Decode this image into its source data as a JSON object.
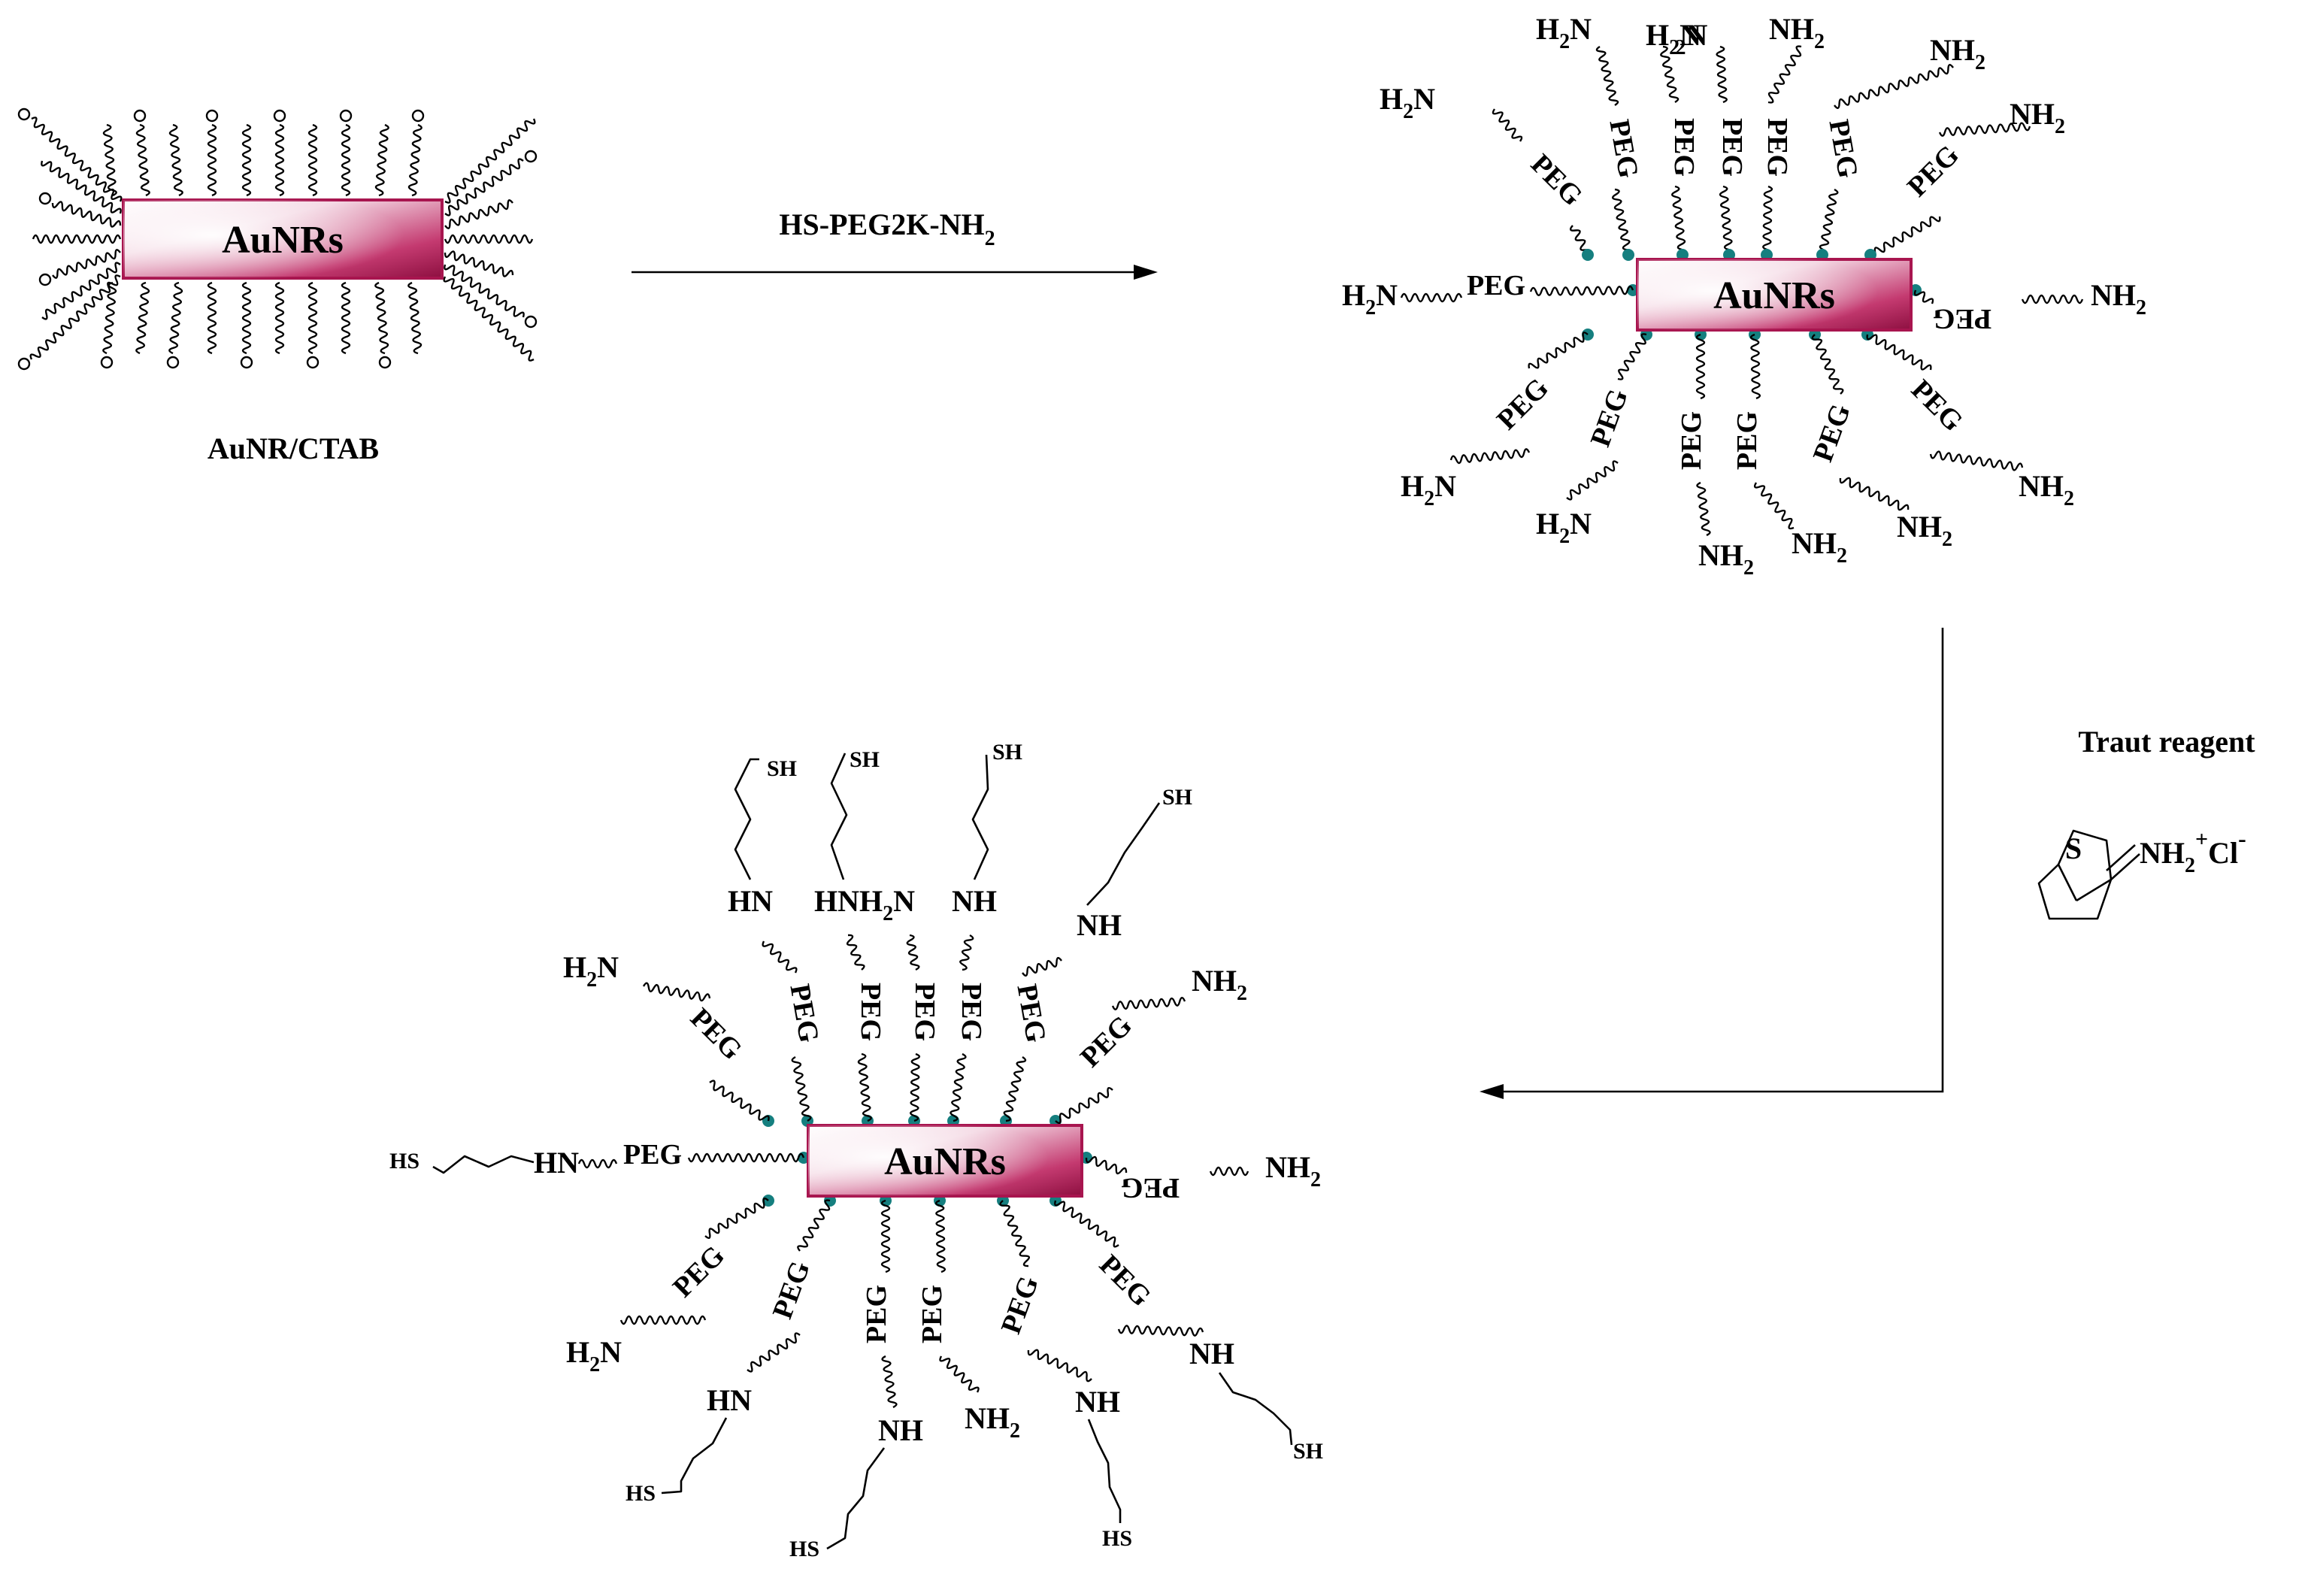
{
  "colors": {
    "rod_dark": "#a8154f",
    "rod_light": "#ffffff",
    "anchor_dot": "#157f7f",
    "ink": "#000000"
  },
  "rod_label": "AuNRs",
  "panel_ctab": {
    "caption": "AuNR/CTAB"
  },
  "step1": {
    "reagent": "HS-PEG2K-NH",
    "reagent_sub": "2"
  },
  "step2": {
    "reagent_name": "Traut reagent",
    "structure_ring_atom": "S",
    "structure_group": "NH",
    "structure_sub": "2",
    "structure_plus": "+",
    "structure_counterion": "Cl",
    "structure_minus": "-"
  },
  "labels": {
    "peg": "PEG",
    "amine_n": "N",
    "amine_h": "H",
    "amine_nh": "NH",
    "amine_hn": "HN",
    "sub2": "2",
    "thiol": "SH",
    "thiol_rev": "HS",
    "amine_hnh2n": "HNH",
    "amine_h2nh2n": "H"
  }
}
